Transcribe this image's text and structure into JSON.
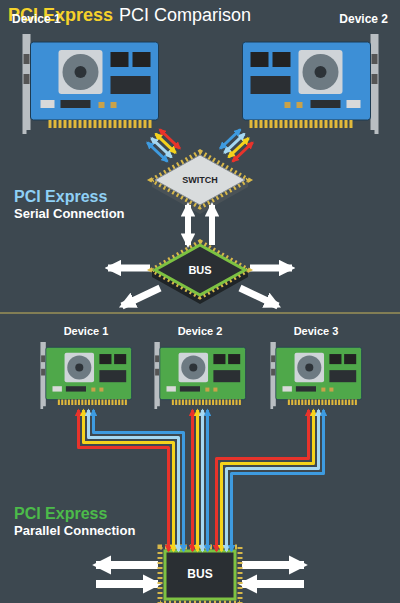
{
  "diagram": {
    "title": "PCI Express",
    "nodes": [
      {
        "text": [
          "Device 1"
        ]
      },
      {
        "text": [
          "Device 2"
        ]
      },
      {
        "text": [
          "SWITCH"
        ]
      },
      {
        "text": [
          "BUS"
        ]
      },
      {
        "text": [
          "Device 1"
        ]
      },
      {
        "text": [
          "Device 2"
        ]
      },
      {
        "text": [
          "Device 3"
        ]
      },
      {
        "text": [
          "BUS"
        ]
      }
    ],
    "edges": [
      {
        "from": 0,
        "to": 2,
        "arrow": "both"
      },
      {
        "from": 1,
        "to": 2,
        "arrow": "both"
      },
      {
        "from": 2,
        "to": 3,
        "arrow": "both"
      },
      {
        "from": 4,
        "to": 7,
        "arrow": "both"
      },
      {
        "from": 5,
        "to": 7,
        "arrow": "both"
      },
      {
        "from": 6,
        "to": 7,
        "arrow": "both"
      }
    ],
    "labels": [
      "PCI Comparison",
      "PCI Express",
      "Serial Connection",
      "PCI Express",
      "Parallel Connection"
    ]
  }
}
